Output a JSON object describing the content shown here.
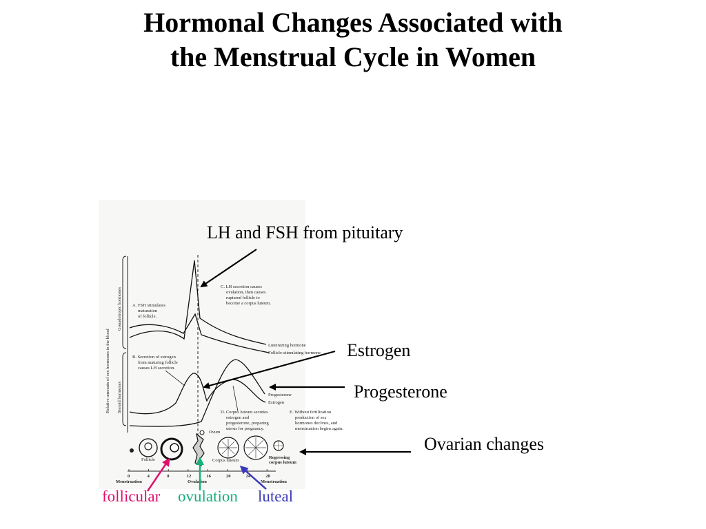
{
  "title_line1": "Hormonal Changes Associated with",
  "title_line2": "the Menstrual Cycle in Women",
  "callouts": {
    "lh_fsh": "LH and FSH from pituitary",
    "estrogen": "Estrogen",
    "progesterone": "Progesterone",
    "ovarian": "Ovarian changes"
  },
  "phases": {
    "follicular": "follicular",
    "ovulation": "ovulation",
    "luteal": "luteal",
    "follicular_color": "#e0106e",
    "ovulation_color": "#16b07a",
    "luteal_color": "#3a3ab8"
  },
  "figure": {
    "y_axis_label": "Relative amounts of sex hormones in the blood",
    "group_gonadotropic": "Gonadotropic hormones",
    "group_steroid": "Steroid hormones",
    "note_a": [
      "A. FSH stimulates",
      "maturation",
      "of follicle."
    ],
    "note_b": [
      "B. Secretion of estrogen",
      "from maturing follicle",
      "causes LH secretion."
    ],
    "note_c": [
      "C. LH secretion causes",
      "ovulation, then causes",
      "ruptured follicle to",
      "become a corpus luteum."
    ],
    "note_d": [
      "D. Corpus luteum secretes",
      "estrogen and",
      "progesterone, preparing",
      "uterus for pregnancy."
    ],
    "note_e": [
      "E. Without fertilization",
      "production of sex",
      "hormones declines, and",
      "menstruation begins again."
    ],
    "curve_lh": "Luteinizing hormone",
    "curve_fsh": "Follicle-stimulating hormone",
    "curve_progesterone": "Progesterone",
    "curve_estrogen": "Estrogen",
    "stage_follicle": "Follicle",
    "stage_ovum": "Ovum",
    "stage_corpus": "Corpus luteum",
    "stage_regressing": [
      "Regressing",
      "corpus luteum"
    ],
    "days": [
      "0",
      "4",
      "8",
      "12",
      "16",
      "20",
      "24",
      "28"
    ],
    "axis_menstruation_start": "Menstruation",
    "axis_ovulation": "Ovulation",
    "axis_menstruation_end": "Menstruation"
  }
}
